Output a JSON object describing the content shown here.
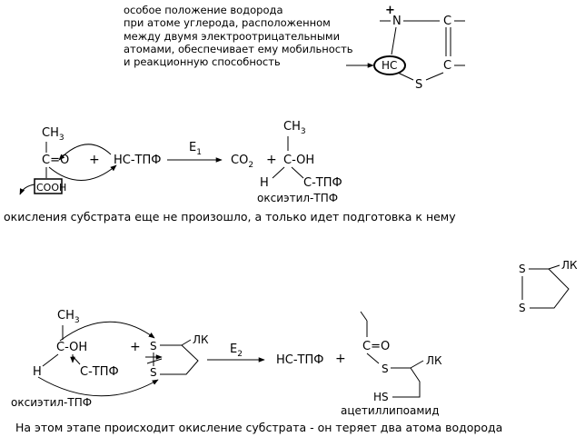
{
  "note": {
    "lines": [
      "особое положение водорода",
      "при атоме углерода, расположенном",
      "между двумя электроотрицательными",
      "атомами, обеспечивает ему мобильность",
      "и реакционную способность"
    ]
  },
  "ring": {
    "plus": "+",
    "n": "N",
    "c_top": "C",
    "hc": "HC",
    "c_right": "C",
    "s": "S"
  },
  "reaction1": {
    "ch3": "CH",
    "ch3_sub": "3",
    "c_eq_o": "C=O",
    "cooh": "COOH",
    "plus": "+",
    "hc_tpf": "HC-ТПФ",
    "enzyme": "E",
    "enzyme_sub": "1",
    "co2": "CO",
    "co2_sub": "2",
    "plus2": "+",
    "prod_ch3": "CH",
    "prod_ch3_sub": "3",
    "prod_c_oh": "C-OH",
    "prod_h": "H",
    "prod_c_tpf": "C-ТПФ",
    "product_name": "оксиэтил-ТПФ",
    "caption": "окисления субстрата еще не произошло, а только идет подготовка к нему"
  },
  "lipoate": {
    "s_top": "S",
    "s_bottom": "S",
    "lk": "ЛК"
  },
  "reaction2": {
    "ch3": "CH",
    "ch3_sub": "3",
    "c_oh": "C-OH",
    "h": "H",
    "c_tpf": "C-ТПФ",
    "plus": "+",
    "s_top": "S",
    "s_bottom": "S",
    "lk": "ЛК",
    "reactant_name": "оксиэтил-ТПФ",
    "enzyme": "E",
    "enzyme_sub": "2",
    "hc_tpf": "HC-ТПФ",
    "plus2": "+",
    "c_eq_o": "C=O",
    "s_prod": "S",
    "lk_prod": "ЛК",
    "hs": "HS",
    "product_name": "ацетиллипоамид",
    "caption": "На этом этапе происходит окисление субстрата - он теряет два атома водорода"
  }
}
